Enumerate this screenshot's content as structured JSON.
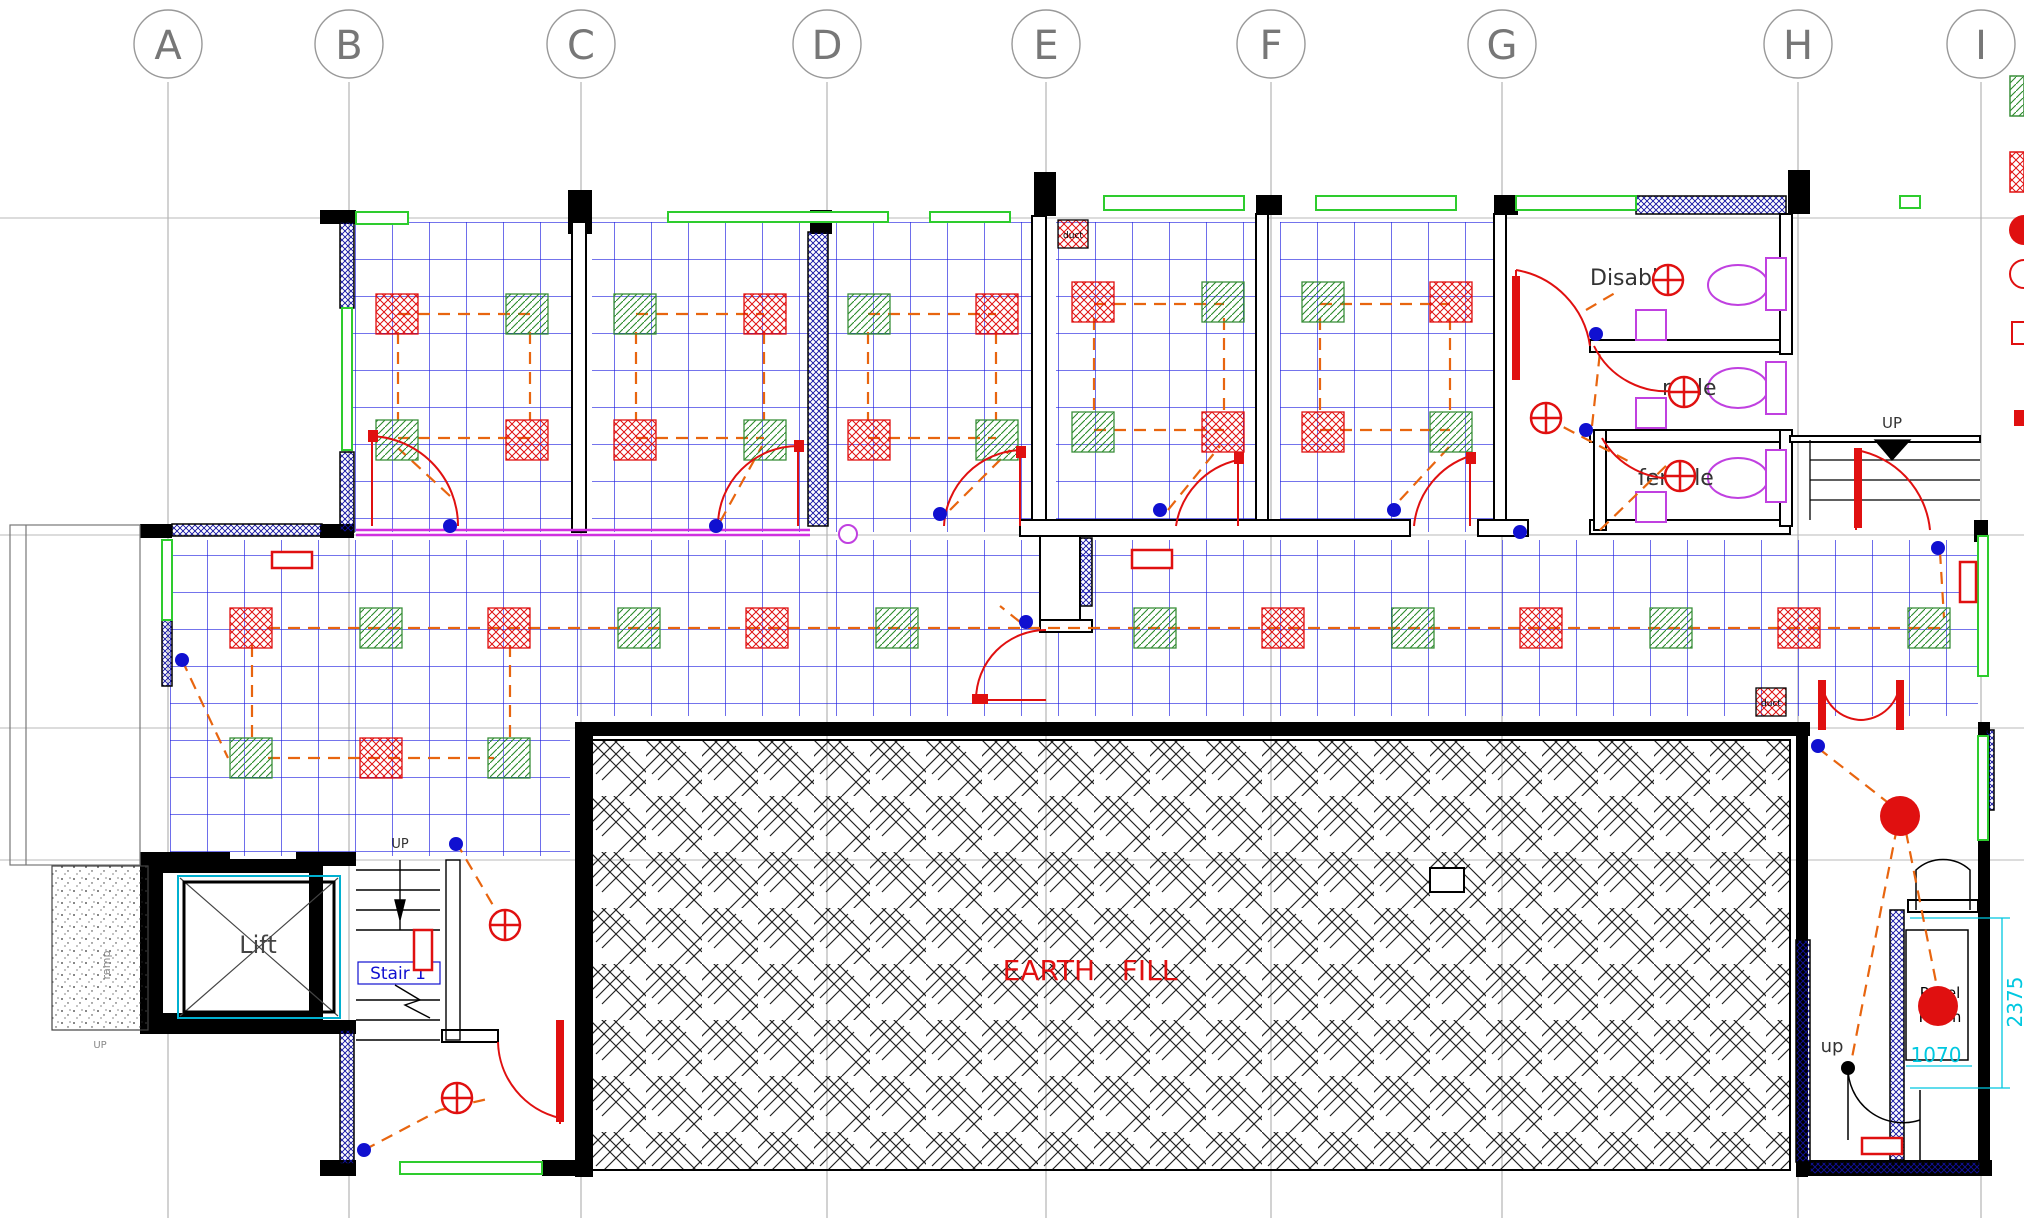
{
  "grid_labels": [
    "A",
    "B",
    "C",
    "D",
    "E",
    "F",
    "G",
    "H",
    "I"
  ],
  "room_labels": {
    "disable": "Disable",
    "male": "male",
    "female": "female",
    "lift": "Lift",
    "stair": "Stair 1",
    "earth_fill": "EARTH   FILL",
    "panel_room_line1": "Panel",
    "panel_room_line2": "Room"
  },
  "annotations": {
    "up_stair": "UP",
    "up_right": "UP",
    "up_panel": "up",
    "up_small": "UP",
    "duct": "duct",
    "ramp": "ramp"
  },
  "dimensions": {
    "height": "2375",
    "width": "1070"
  },
  "colors": {
    "tile_grid": "#2020e0",
    "wall": "#000000",
    "window": "#2ecc2e",
    "lighting": "#e8650f",
    "fixture_red": "#e01010",
    "fixture_green": "#3a8f3a",
    "switch": "#1010d0",
    "dimension": "#00c8e0",
    "sanitary": "#c040e0"
  }
}
